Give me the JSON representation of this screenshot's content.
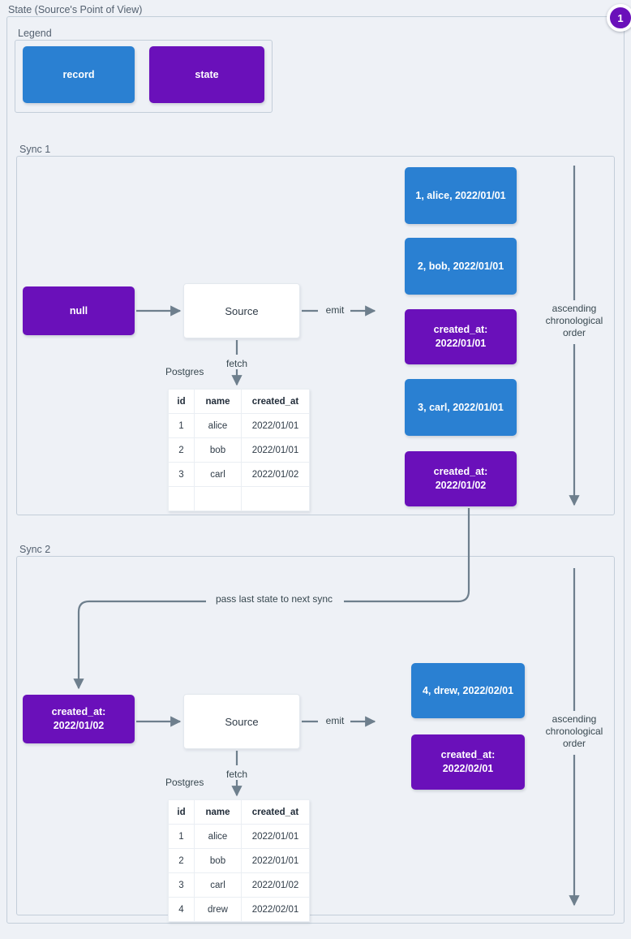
{
  "diagram": {
    "title": "State (Source's Point of View)",
    "badge": "1",
    "colors": {
      "record": "#2a80d2",
      "state": "#6a10ba",
      "background": "#eef1f6",
      "frame_border": "#c3ced9",
      "connector": "#6e7f8d"
    }
  },
  "legend": {
    "label": "Legend",
    "items": [
      {
        "label": "record",
        "kind": "record"
      },
      {
        "label": "state",
        "kind": "state"
      }
    ]
  },
  "sync1": {
    "label": "Sync 1",
    "state_in": "null",
    "source": "Source",
    "fetch_label": "fetch",
    "db_label": "Postgres",
    "emit_label": "emit",
    "order_label": "ascending\nchronological\norder",
    "table": {
      "columns": [
        "id",
        "name",
        "created_at"
      ],
      "rows": [
        [
          "1",
          "alice",
          "2022/01/01"
        ],
        [
          "2",
          "bob",
          "2022/01/01"
        ],
        [
          "3",
          "carl",
          "2022/01/02"
        ],
        [
          "",
          "",
          ""
        ]
      ]
    },
    "emitted": [
      {
        "kind": "record",
        "text": "1, alice, 2022/01/01"
      },
      {
        "kind": "record",
        "text": "2, bob, 2022/01/01"
      },
      {
        "kind": "state",
        "text": "created_at:\n2022/01/01"
      },
      {
        "kind": "record",
        "text": "3, carl, 2022/01/01"
      },
      {
        "kind": "state",
        "text": "created_at:\n2022/01/02"
      }
    ]
  },
  "sync2": {
    "label": "Sync 2",
    "state_in": "created_at:\n2022/01/02",
    "source": "Source",
    "fetch_label": "fetch",
    "db_label": "Postgres",
    "emit_label": "emit",
    "order_label": "ascending\nchronological\norder",
    "pass_state_label": "pass last state to next sync",
    "table": {
      "columns": [
        "id",
        "name",
        "created_at"
      ],
      "rows": [
        [
          "1",
          "alice",
          "2022/01/01"
        ],
        [
          "2",
          "bob",
          "2022/01/01"
        ],
        [
          "3",
          "carl",
          "2022/01/02"
        ],
        [
          "4",
          "drew",
          "2022/02/01"
        ]
      ]
    },
    "emitted": [
      {
        "kind": "record",
        "text": "4, drew, 2022/02/01"
      },
      {
        "kind": "state",
        "text": "created_at:\n2022/02/01"
      }
    ]
  }
}
